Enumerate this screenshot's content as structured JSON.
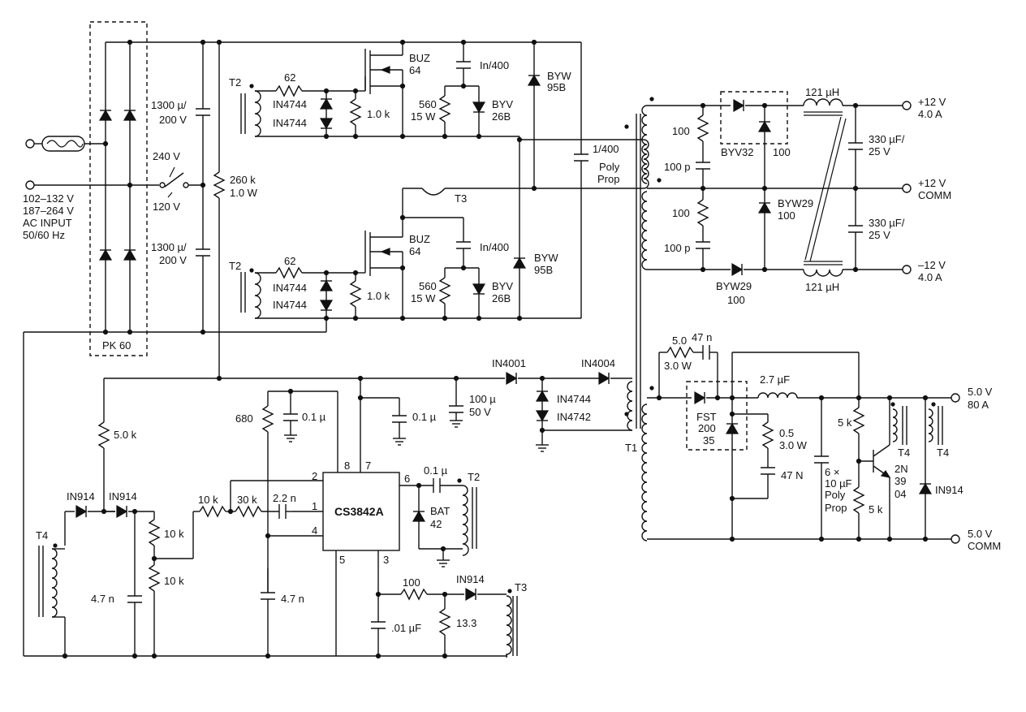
{
  "input": {
    "voltage_range_1": "102–132 V",
    "voltage_range_2": "187–264 V",
    "ac_input": "AC INPUT",
    "frequency": "50/60 Hz",
    "switch_240": "240 V",
    "switch_120": "120 V",
    "bridge": "PK 60",
    "bulk_cap_value": "1300 µ/",
    "bulk_cap_voltage": "200 V",
    "bleeder_value": "260 k",
    "bleeder_power": "1.0 W"
  },
  "upper_switch": {
    "transformer": "T2",
    "resistor": "62",
    "zener_1": "IN4744",
    "zener_2": "IN4744",
    "gate_resistor": "1.0 k",
    "mosfet_1": "BUZ",
    "mosfet_2": "64",
    "snubber_cap": "In/400",
    "snubber_res_1": "560",
    "snubber_res_2": "15 W",
    "snubber_diode_1": "BYV",
    "snubber_diode_2": "26B",
    "clamp_diode_1": "BYW",
    "clamp_diode_2": "95B"
  },
  "lower_switch": {
    "transformer": "T2",
    "resistor": "62",
    "zener_1": "IN4744",
    "zener_2": "IN4744",
    "gate_resistor": "1.0 k",
    "mosfet_1": "BUZ",
    "mosfet_2": "64",
    "snubber_cap": "In/400",
    "snubber_res_1": "560",
    "snubber_res_2": "15 W",
    "snubber_diode_1": "BYV",
    "snubber_diode_2": "26B",
    "clamp_diode_1": "BYW",
    "clamp_diode_2": "95B",
    "current_transformer": "T3"
  },
  "coupling_cap": {
    "value": "1/400",
    "type_1": "Poly",
    "type_2": "Prop"
  },
  "output_12v": {
    "res_1": "100",
    "cap_1": "100 p",
    "res_2": "100",
    "cap_2": "100 p",
    "diode_pair_1": "BYV32",
    "diode_pair_2": "100",
    "diode_mid_1": "BYW29",
    "diode_mid_2": "100",
    "diode_bottom_1": "BYW29",
    "diode_bottom_2": "100",
    "inductor_top": "121 µH",
    "inductor_bottom": "121 µH",
    "cap_top_1": "330 µF/",
    "cap_top_2": "25 V",
    "cap_bottom_1": "330 µF/",
    "cap_bottom_2": "25 V",
    "pos_out_1": "+12 V",
    "pos_out_2": "4.0 A",
    "comm_1": "+12 V",
    "comm_2": "COMM",
    "neg_out_1": "–12 V",
    "neg_out_2": "4.0 A"
  },
  "output_5v": {
    "snub_res": "5.0",
    "snub_power": "3.0 W",
    "snub_cap": "47 n",
    "schottky_1": "FST",
    "schottky_2": "200",
    "schottky_3": "35",
    "inductor": "2.7 µF",
    "rc_res_1": "0.5",
    "rc_res_2": "3.0 W",
    "rc_cap": "47 N",
    "out_cap_1": "6 ×",
    "out_cap_2": "10 µF",
    "out_cap_3": "Poly",
    "out_cap_4": "Prop",
    "base_res_1": "5 k",
    "base_res_2": "5 k",
    "transistor_1": "2N",
    "transistor_2": "39",
    "transistor_3": "04",
    "diode": "IN914",
    "t4_a": "T4",
    "t4_b": "T4",
    "out_1": "5.0 V",
    "out_2": "80 A",
    "comm_1": "5.0 V",
    "comm_2": "COMM"
  },
  "control": {
    "ic": "CS3842A",
    "pin_1": "1",
    "pin_2": "2",
    "pin_3": "3",
    "pin_4": "4",
    "pin_5": "5",
    "pin_6": "6",
    "pin_7": "7",
    "pin_8": "8",
    "startup_res": "5.0 k",
    "ref_res": "680",
    "ref_cap": "0.1 µ",
    "vcc_cap": "0.1 µ",
    "aux_diode_1": "IN4001",
    "aux_diode_2": "IN4004",
    "aux_cap_1": "100 µ",
    "aux_cap_2": "50 V",
    "aux_zener_1": "IN4744",
    "aux_zener_2": "IN4742",
    "main_transformer": "T1",
    "feedback_res_1": "10 k",
    "feedback_res_2": "30 k",
    "comp_cap": "2.2 n",
    "div_res_1": "10 k",
    "div_res_2": "10 k",
    "filter_cap": "4.7 n",
    "osc_cap": "4.7 n",
    "fb_diode_1": "IN914",
    "fb_diode_2": "IN914",
    "fb_transformer": "T4",
    "out_cap": "0.1 µ",
    "gate_diode_1": "BAT",
    "gate_diode_2": "42",
    "gate_transformer": "T2",
    "sense_res": "100",
    "sense_diode": "IN914",
    "sense_transformer": "T3",
    "sense_cap": ".01 µF",
    "sense_load": "13.3"
  }
}
